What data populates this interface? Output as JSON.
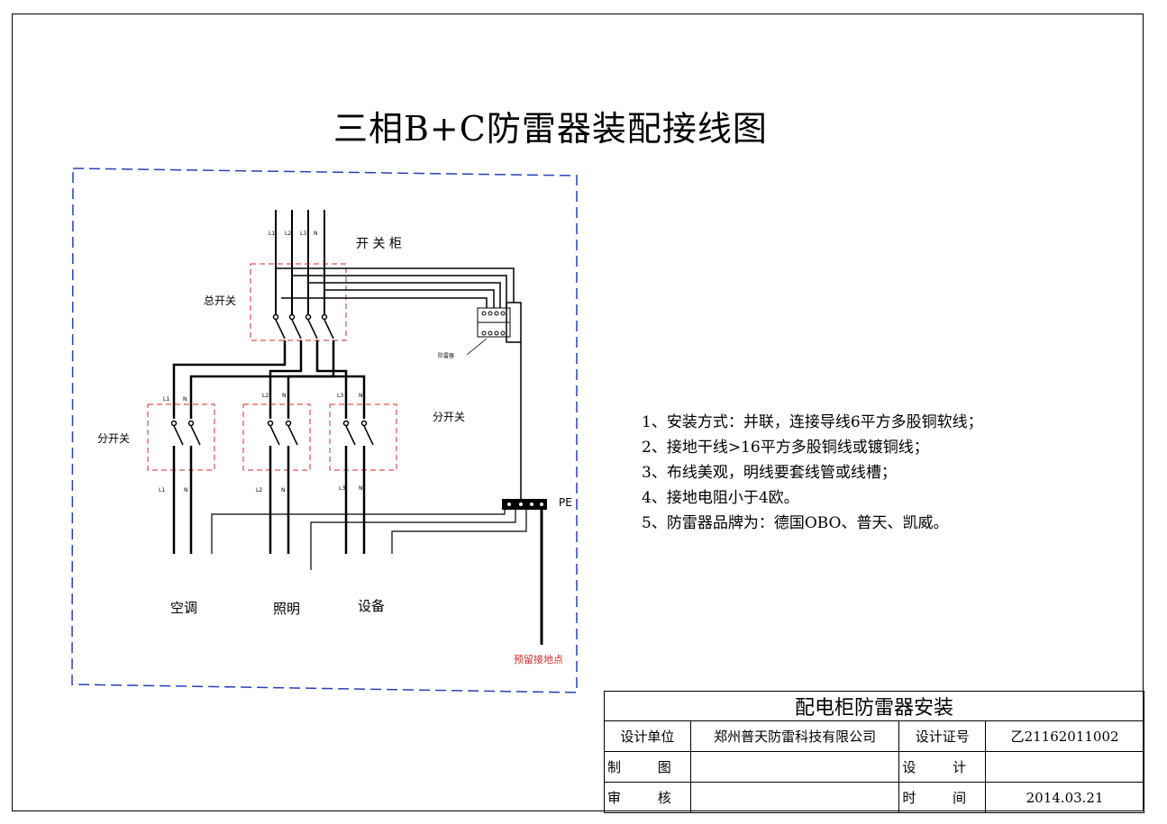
{
  "title": "三相B+C防雷器装配接线图",
  "cabinet_label": "开 关 柜",
  "main_switch_label": "总开关",
  "branch_switch_label_left": "分开关",
  "branch_switch_label_right": "分开关",
  "busbar_labels": [
    "L1",
    "L2",
    "L3",
    "N"
  ],
  "branch_top_labels": [
    {
      "l": "L1",
      "n": "N"
    },
    {
      "l": "L2",
      "n": "N"
    },
    {
      "l": "L3",
      "n": "N"
    }
  ],
  "branch_bottom_labels": [
    {
      "l": "L1",
      "n": "N"
    },
    {
      "l": "L2",
      "n": "N"
    },
    {
      "l": "L3",
      "n": "N"
    }
  ],
  "loads": [
    "空调",
    "照明",
    "设备"
  ],
  "spd_label": "防雷器",
  "pe_label": "PE",
  "ground_point_label": "预留接地点",
  "notes": [
    "1、安装方式：并联，连接导线6平方多股铜软线；",
    "2、接地干线>16平方多股铜线或镀铜线；",
    "3、布线美观，明线要套线管或线槽；",
    "4、接地电阻小于4欧。",
    "5、防雷器品牌为：德国OBO、普天、凯威。"
  ],
  "title_block": {
    "heading": "配电柜防雷器安装",
    "design_unit_label": "设计单位",
    "design_unit_value": "郑州普天防雷科技有限公司",
    "cert_label": "设计证号",
    "cert_value": "乙21162011002",
    "drawing_label": "制 图",
    "drawing_value": "",
    "design_label": "设 计",
    "design_value": "",
    "review_label": "审 核",
    "review_value": "",
    "date_label": "时 间",
    "date_value": "2014.03.21"
  },
  "colors": {
    "dashed_border": "#2a3fb8",
    "switch_box": "#d42a2a",
    "ground_text": "#d42a2a",
    "wire": "#000000"
  }
}
